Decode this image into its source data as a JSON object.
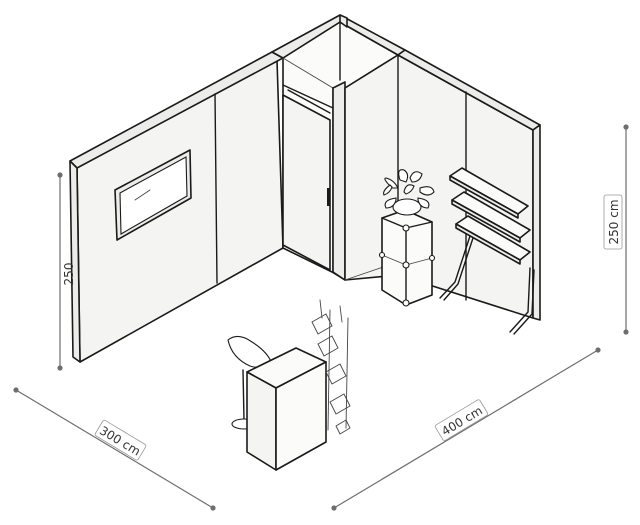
{
  "dimensions": {
    "width_label": "300 cm",
    "depth_label": "400 cm",
    "height_label_right": "250 cm",
    "height_label_left": "250"
  }
}
